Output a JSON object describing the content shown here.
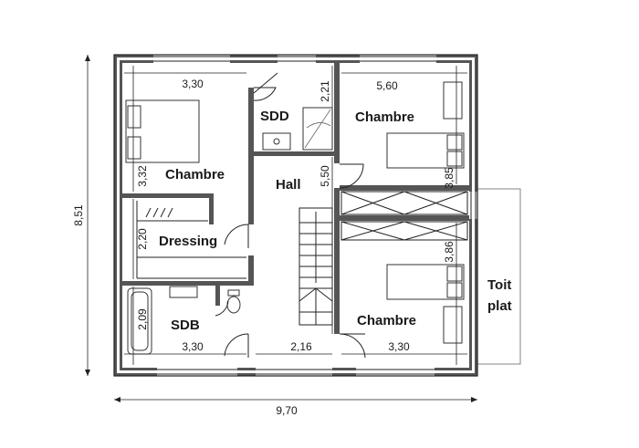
{
  "rooms": {
    "chambre_1": "Chambre",
    "chambre_2": "Chambre",
    "chambre_3": "Chambre",
    "sdd": "SDD",
    "hall": "Hall",
    "dressing": "Dressing",
    "sdb": "SDB",
    "toit_plat_line1": "Toit",
    "toit_plat_line2": "plat"
  },
  "dimensions": {
    "overall_width": "9,70",
    "overall_height": "8,51",
    "chambre_1_width": "3,30",
    "chambre_1_height": "3,32",
    "sdd_height": "2,21",
    "chambre_2_width": "5,60",
    "chambre_2_height": "3,85",
    "hall_height": "5,50",
    "dressing_height": "2,20",
    "chambre_3_height": "3,86",
    "sdb_height": "2,09",
    "sdb_width": "3,30",
    "hall_width": "2,16",
    "chambre_3_width": "3,30"
  }
}
